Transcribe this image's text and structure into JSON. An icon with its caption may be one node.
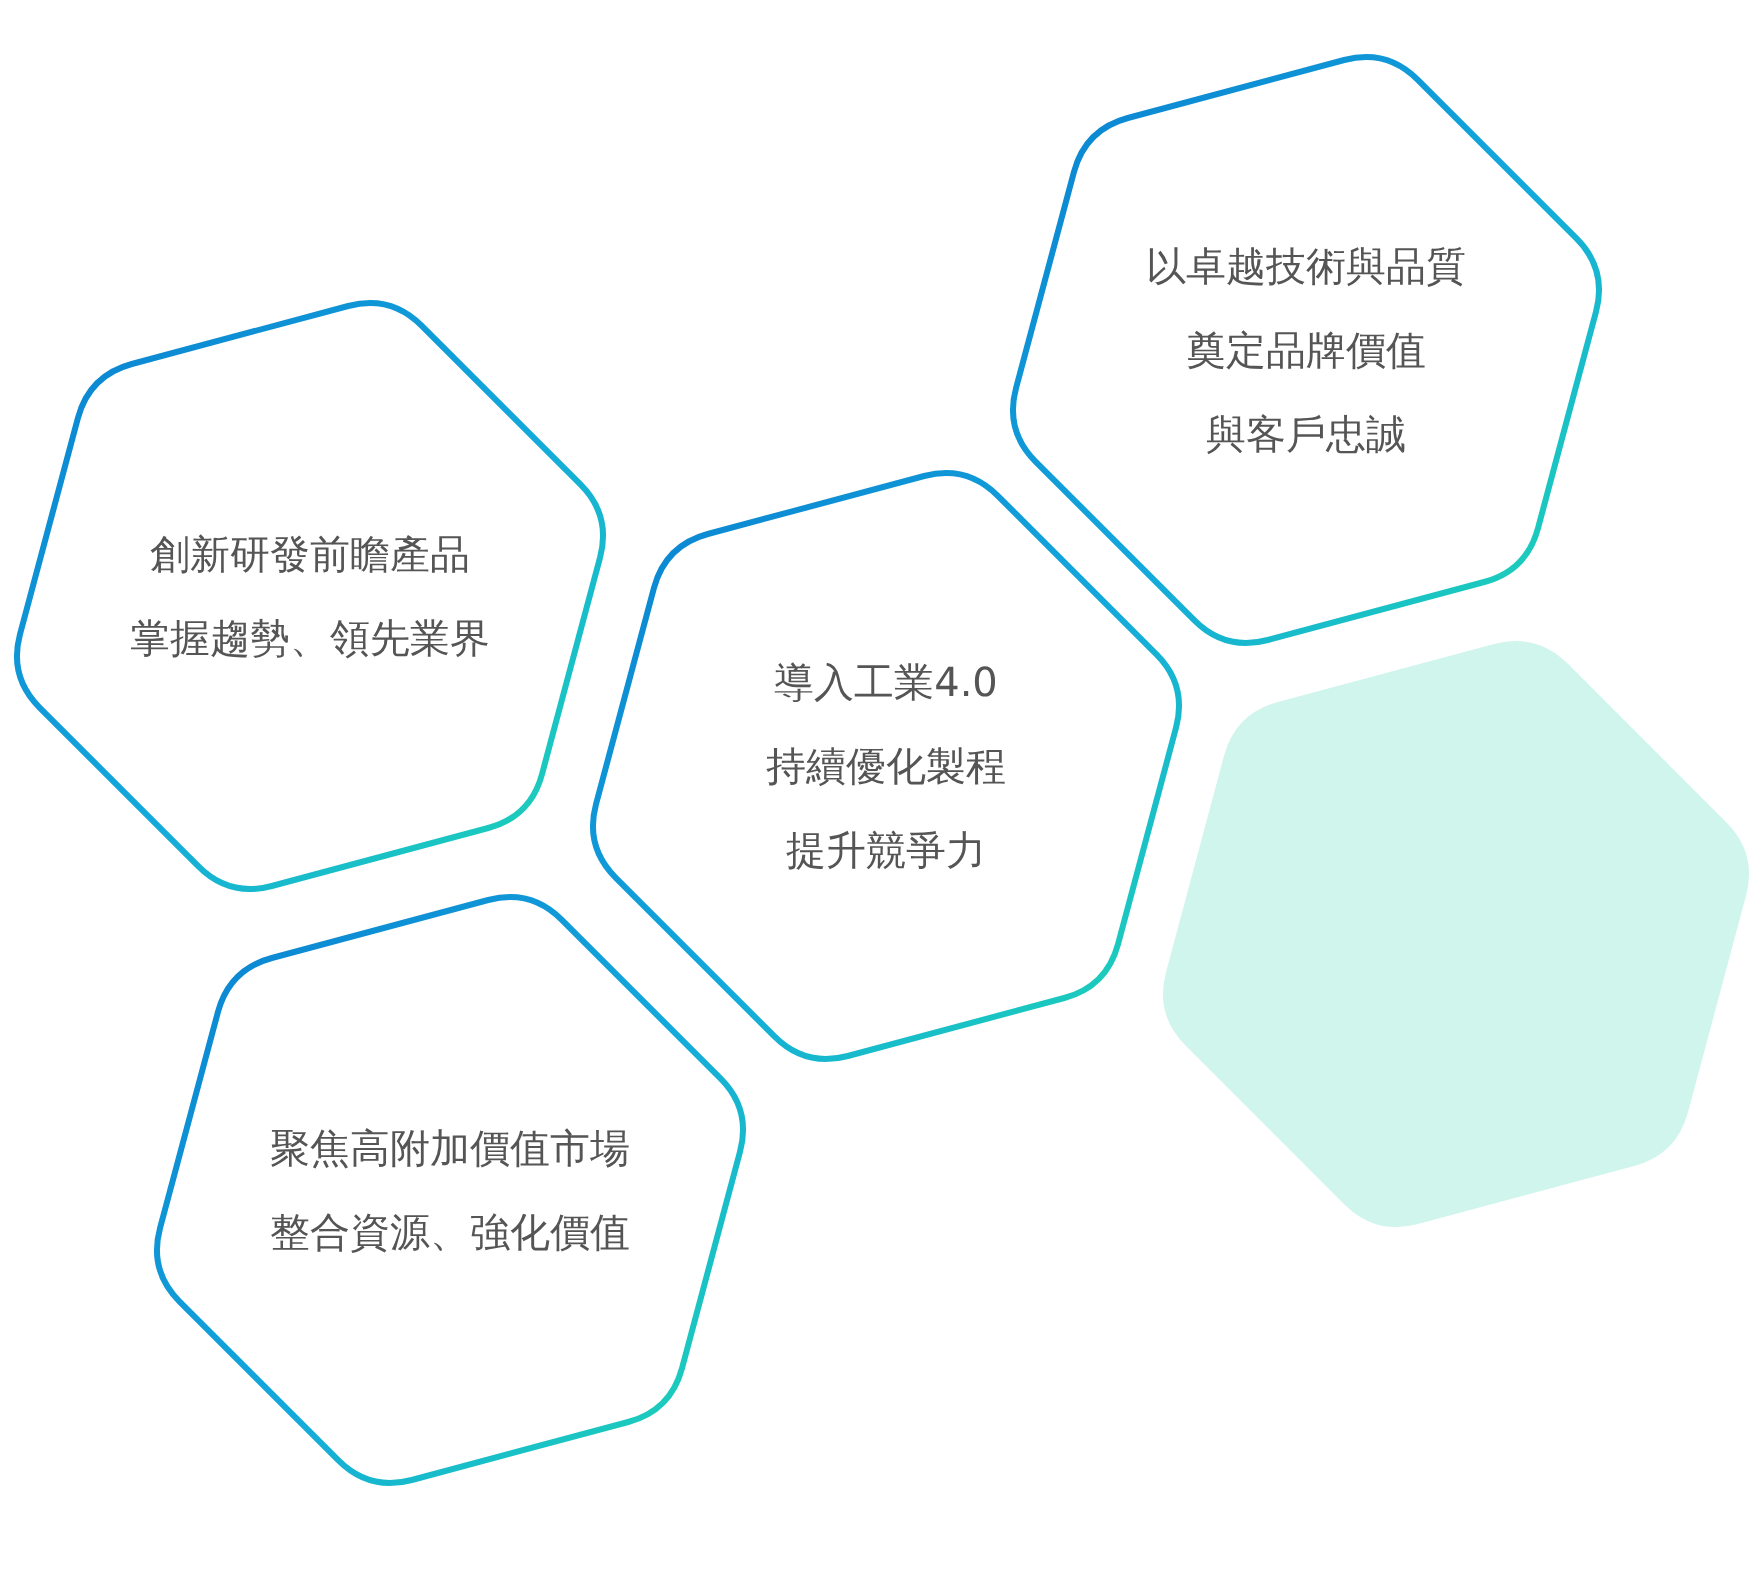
{
  "diagram": {
    "nodes": [
      {
        "text": [
          "以卓越技術與品質",
          "奠定品牌價值",
          "與客戶忠誠"
        ]
      },
      {
        "text": [
          "創新研發前瞻產品",
          "掌握趨勢、領先業界"
        ]
      },
      {
        "text": [
          "導入工業4.0",
          "持續優化製程",
          "提升競爭力"
        ]
      },
      {
        "text": [],
        "shape": "hexagon"
      },
      {
        "text": [
          "聚焦高附加價值市場",
          "整合資源、強化價值"
        ]
      }
    ]
  }
}
